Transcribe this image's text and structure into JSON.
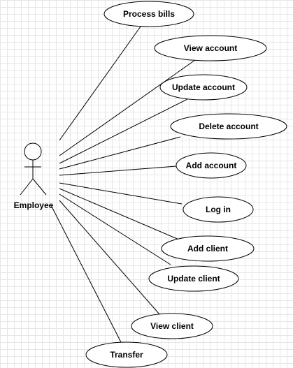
{
  "actor": {
    "label": "Employee"
  },
  "use_cases": [
    {
      "id": "process-bills",
      "label": "Process bills"
    },
    {
      "id": "view-account",
      "label": "View account"
    },
    {
      "id": "update-account",
      "label": "Update account"
    },
    {
      "id": "delete-account",
      "label": "Delete account"
    },
    {
      "id": "add-account",
      "label": "Add account"
    },
    {
      "id": "log-in",
      "label": "Log in"
    },
    {
      "id": "add-client",
      "label": "Add client"
    },
    {
      "id": "update-client",
      "label": "Update client"
    },
    {
      "id": "view-client",
      "label": "View client"
    },
    {
      "id": "transfer",
      "label": "Transfer"
    }
  ],
  "colors": {
    "stroke": "#000000",
    "fill": "#ffffff",
    "grid": "#e6e6e6"
  }
}
